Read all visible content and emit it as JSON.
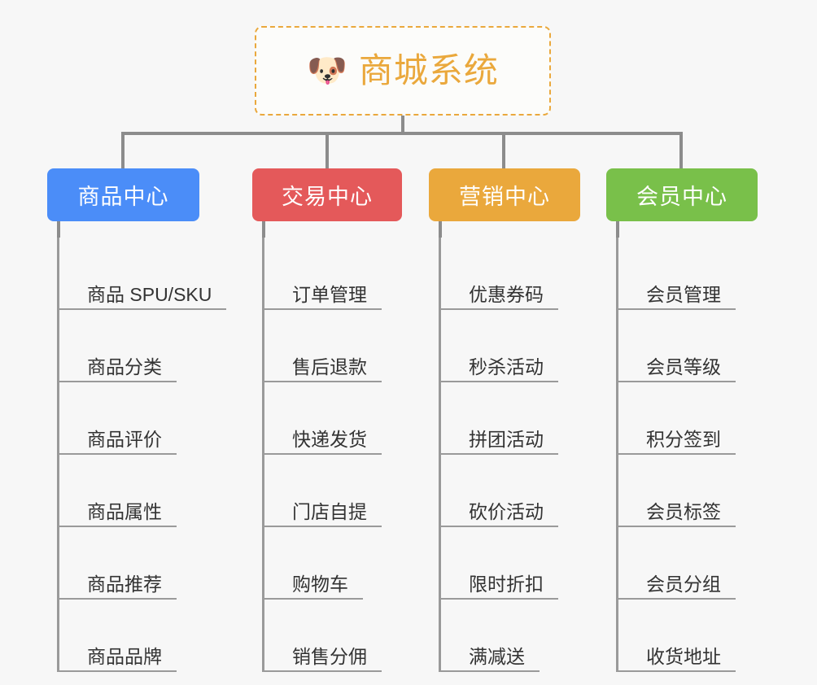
{
  "page": {
    "background_color": "#f7f7f7",
    "text_color": "#333333",
    "connector_color": "#9a9a9a"
  },
  "root": {
    "title": "商城系统",
    "emoji": "🐶",
    "emoji_icon_name": "shiba-dog-face-icon",
    "border_color": "#eaa83c",
    "text_color": "#eaa83c",
    "background_color": "#fcfcfa",
    "border_style": "dashed"
  },
  "columns": [
    {
      "id": "product-center",
      "label": "商品中心",
      "color": "#4b8df8",
      "items": [
        {
          "label": "商品 SPU/SKU"
        },
        {
          "label": "商品分类"
        },
        {
          "label": "商品评价"
        },
        {
          "label": "商品属性"
        },
        {
          "label": "商品推荐"
        },
        {
          "label": "商品品牌"
        }
      ]
    },
    {
      "id": "trade-center",
      "label": "交易中心",
      "color": "#e4595a",
      "items": [
        {
          "label": "订单管理"
        },
        {
          "label": "售后退款"
        },
        {
          "label": "快递发货"
        },
        {
          "label": "门店自提"
        },
        {
          "label": "购物车"
        },
        {
          "label": "销售分佣"
        }
      ]
    },
    {
      "id": "marketing-center",
      "label": "营销中心",
      "color": "#eaa83c",
      "items": [
        {
          "label": "优惠券码"
        },
        {
          "label": "秒杀活动"
        },
        {
          "label": "拼团活动"
        },
        {
          "label": "砍价活动"
        },
        {
          "label": "限时折扣"
        },
        {
          "label": "满减送"
        }
      ]
    },
    {
      "id": "member-center",
      "label": "会员中心",
      "color": "#79c04a",
      "items": [
        {
          "label": "会员管理"
        },
        {
          "label": "会员等级"
        },
        {
          "label": "积分签到"
        },
        {
          "label": "会员标签"
        },
        {
          "label": "会员分组"
        },
        {
          "label": "收货地址"
        }
      ]
    }
  ]
}
